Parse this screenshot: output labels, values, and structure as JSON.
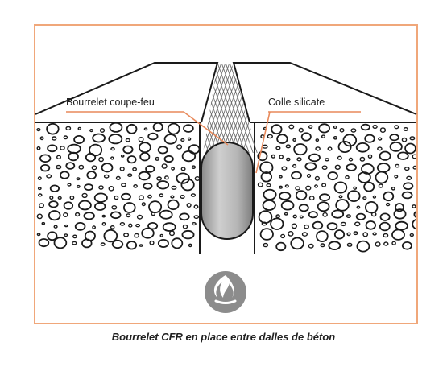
{
  "labels": {
    "left": "Bourrelet coupe-feu",
    "right": "Colle silicate"
  },
  "caption": "Bourrelet CFR en place entre dalles de béton",
  "colors": {
    "frame": "#f0a77a",
    "leader_line": "#e8895a",
    "concrete_outline": "#1a1a1a",
    "cord_fill": "#b9b9b9",
    "fire_badge": "#8c8c8c"
  },
  "icons": {
    "fire": "fire-hazard-icon"
  }
}
